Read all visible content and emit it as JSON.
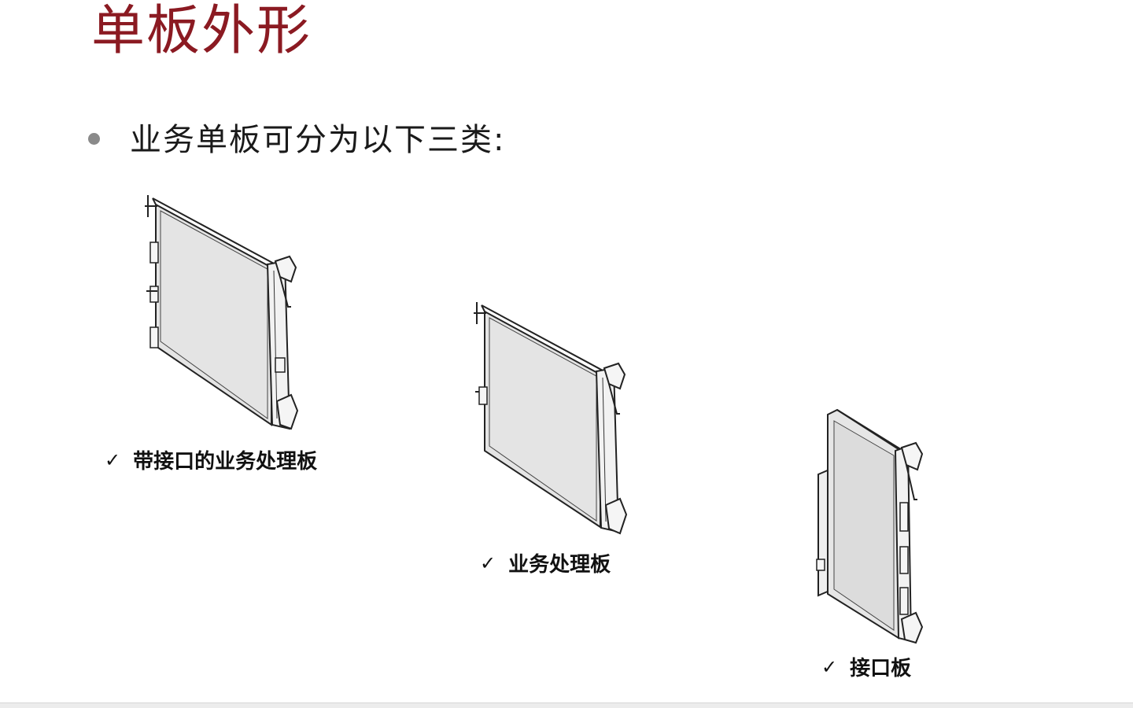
{
  "slide": {
    "title": "单板外形",
    "bullet": "业务单板可分为以下三类:",
    "boards": [
      {
        "caption": "带接口的业务处理板",
        "check": "✓"
      },
      {
        "caption": "业务处理板",
        "check": "✓"
      },
      {
        "caption": "接口板",
        "check": "✓"
      }
    ]
  },
  "colors": {
    "title": "#8b1a22",
    "text": "#1a1a1a",
    "bullet": "#8a8a8a"
  }
}
